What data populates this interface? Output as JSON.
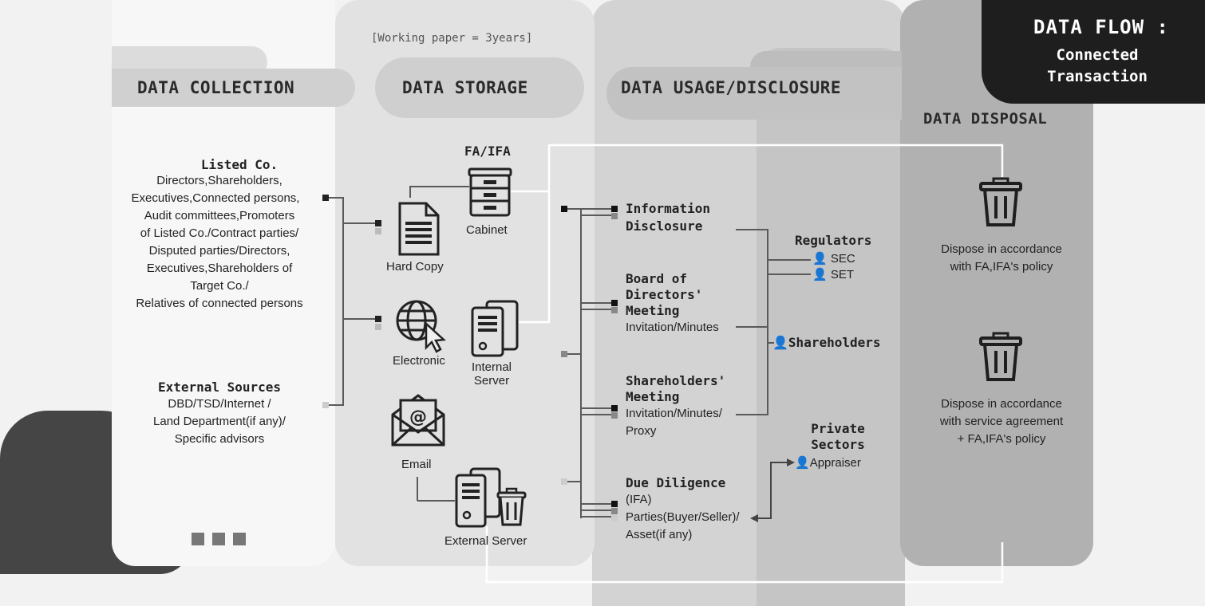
{
  "title": {
    "line1": "DATA FLOW :",
    "line2": "Connected",
    "line3": "Transaction"
  },
  "note": "[Working paper = 3years]",
  "stages": {
    "collection": "DATA COLLECTION",
    "storage": "DATA STORAGE",
    "usage": "DATA USAGE/DISCLOSURE",
    "disposal": "DATA DISPOSAL"
  },
  "collection": {
    "listed_title": "Listed Co.",
    "listed_lines": [
      "Directors,Shareholders,",
      "Executives,Connected persons,",
      "Audit committees,Promoters",
      "of Listed Co./Contract parties/",
      "Disputed parties/Directors,",
      "Executives,Shareholders of",
      "Target Co./",
      "Relatives of connected persons"
    ],
    "external_title": "External Sources",
    "external_lines": [
      "DBD/TSD/Internet /",
      "Land Department(if any)/",
      "Specific advisors"
    ]
  },
  "storage": {
    "fa_ifa": "FA/IFA",
    "cabinet": "Cabinet",
    "hard_copy": "Hard Copy",
    "electronic": "Electronic",
    "internal_server_1": "Internal",
    "internal_server_2": "Server",
    "email": "Email",
    "external_server": "External Server"
  },
  "usage": {
    "info_disclosure_1": "Information",
    "info_disclosure_2": "Disclosure",
    "board_1": "Board of",
    "board_2": "Directors'",
    "board_3": "Meeting",
    "board_sub": "Invitation/Minutes",
    "sh_meeting_1": "Shareholders'",
    "sh_meeting_2": "Meeting",
    "sh_meeting_sub_1": "Invitation/Minutes/",
    "sh_meeting_sub_2": "Proxy",
    "due_1": "Due Diligence",
    "due_2": "(IFA)",
    "due_3": "Parties(Buyer/Seller)/",
    "due_4": "Asset(if any)",
    "regulators": "Regulators",
    "sec": "SEC",
    "set": "SET",
    "shareholders": "Shareholders",
    "private_1": "Private",
    "private_2": "Sectors",
    "appraiser": "Appraiser"
  },
  "disposal": {
    "policy1_1": "Dispose in accordance",
    "policy1_2": "with FA,IFA's policy",
    "policy2_1": "Dispose in accordance",
    "policy2_2": "with service agreement",
    "policy2_3": "+ FA,IFA's policy"
  },
  "colors": {
    "dark": "#3a3a3a",
    "col1": "#f5f5f5",
    "col2": "#e4e4e4",
    "col3": "#cfcfcf",
    "col4": "#b3b3b3"
  }
}
